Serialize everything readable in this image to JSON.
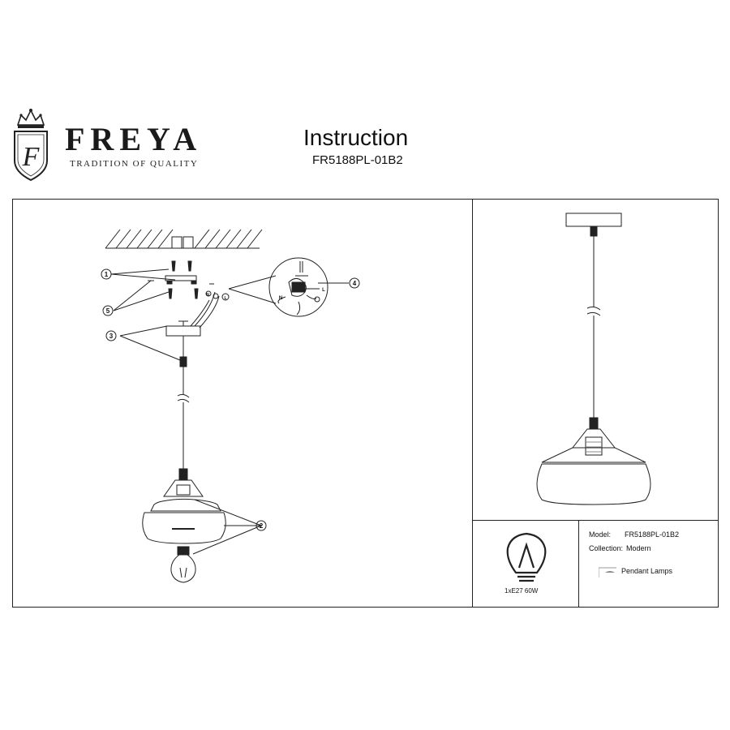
{
  "brand": {
    "crest_letter": "F",
    "name": "FREYA",
    "tagline": "TRADITION OF QUALITY"
  },
  "document": {
    "title": "Instruction",
    "code": "FR5188PL-01B2"
  },
  "assembly_callouts": [
    "1",
    "2",
    "3",
    "4",
    "5"
  ],
  "wiring_labels": {
    "neutral": "N",
    "live": "L"
  },
  "specs": {
    "bulb": "1xE27 60W",
    "model_label": "Model:",
    "model_value": "FR5188PL-01B2",
    "collection_label": "Collection:",
    "collection_value": "Modern",
    "category": "Pendant Lamps"
  },
  "icons": [
    "crest-logo-icon",
    "bulb-icon",
    "pendant-lamp-icon",
    "ground-symbol-icon"
  ]
}
